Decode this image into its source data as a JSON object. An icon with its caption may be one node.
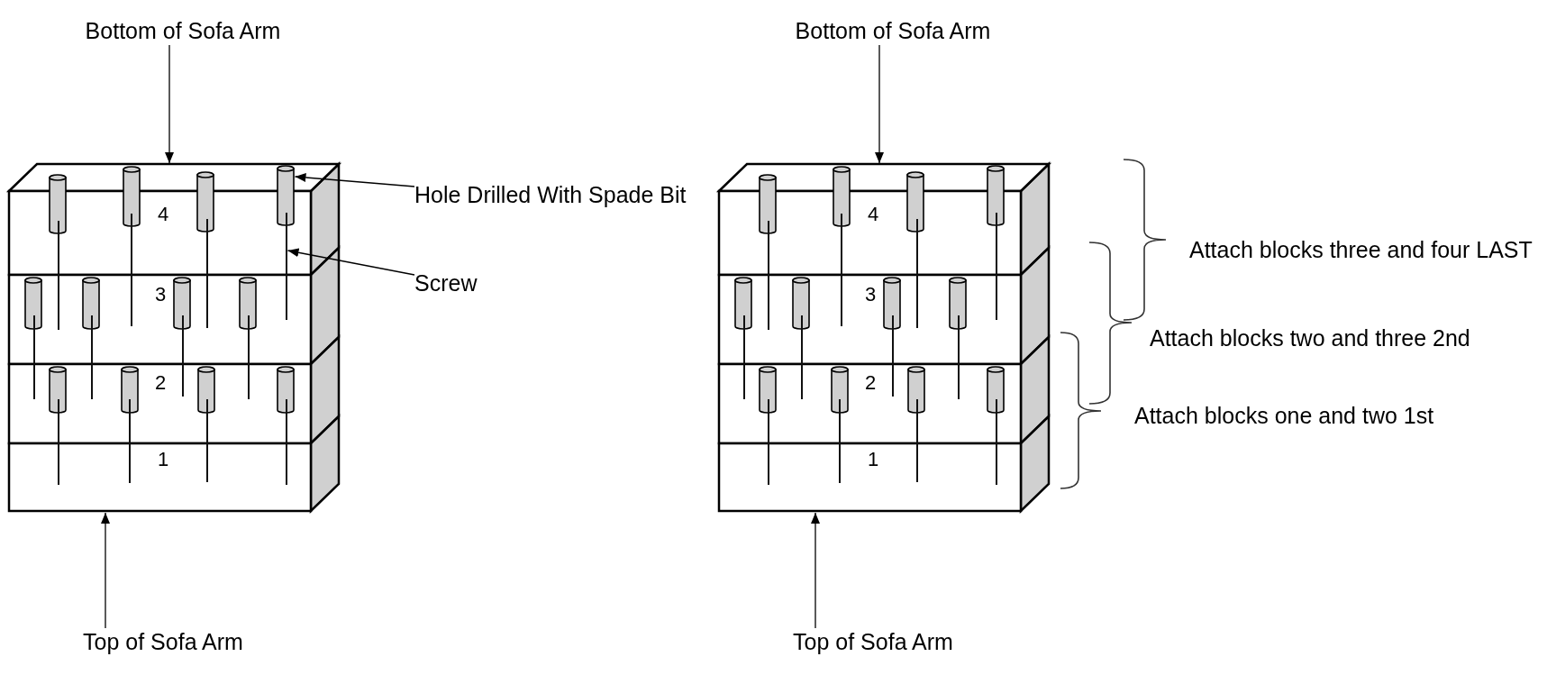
{
  "diagram": {
    "nodes": [
      {
        "text": [
          "Bottom of Sofa Arm"
        ]
      },
      {
        "text": [
          "4"
        ]
      },
      {
        "text": [],
        "shape": "cylinder",
        "in": 1
      },
      {
        "text": [],
        "shape": "cylinder",
        "in": 1
      },
      {
        "text": [],
        "shape": "cylinder",
        "in": 1
      },
      {
        "text": [],
        "shape": "cylinder",
        "in": 1
      },
      {
        "text": [
          "3"
        ]
      },
      {
        "text": [],
        "shape": "cylinder",
        "in": 6
      },
      {
        "text": [],
        "shape": "cylinder",
        "in": 6
      },
      {
        "text": [],
        "shape": "cylinder",
        "in": 6
      },
      {
        "text": [],
        "shape": "cylinder",
        "in": 6
      },
      {
        "text": [
          "2"
        ]
      },
      {
        "text": [],
        "shape": "cylinder",
        "in": 11
      },
      {
        "text": [],
        "shape": "cylinder",
        "in": 11
      },
      {
        "text": [],
        "shape": "cylinder",
        "in": 11
      },
      {
        "text": [],
        "shape": "cylinder",
        "in": 11
      },
      {
        "text": [
          "1"
        ]
      },
      {
        "text": [],
        "shape": "line"
      },
      {
        "text": [],
        "shape": "line"
      },
      {
        "text": [],
        "shape": "line"
      },
      {
        "text": [],
        "shape": "line"
      },
      {
        "text": [],
        "shape": "line"
      },
      {
        "text": [],
        "shape": "line"
      },
      {
        "text": [],
        "shape": "line"
      },
      {
        "text": [],
        "shape": "line"
      },
      {
        "text": [],
        "shape": "line"
      },
      {
        "text": [],
        "shape": "line"
      },
      {
        "text": [],
        "shape": "line"
      },
      {
        "text": [],
        "shape": "line"
      },
      {
        "text": [
          "Top of Sofa Arm"
        ]
      },
      {
        "text": [
          "Hole Drilled With Spade Bit"
        ]
      },
      {
        "text": [
          "Screw"
        ]
      },
      {
        "text": [
          "Bottom of Sofa Arm"
        ]
      },
      {
        "text": [
          "4"
        ]
      },
      {
        "text": [],
        "shape": "cylinder",
        "in": 33
      },
      {
        "text": [],
        "shape": "cylinder",
        "in": 33
      },
      {
        "text": [],
        "shape": "cylinder",
        "in": 33
      },
      {
        "text": [],
        "shape": "cylinder",
        "in": 33
      },
      {
        "text": [
          "3"
        ]
      },
      {
        "text": [],
        "shape": "cylinder",
        "in": 38
      },
      {
        "text": [],
        "shape": "cylinder",
        "in": 38
      },
      {
        "text": [],
        "shape": "cylinder",
        "in": 38
      },
      {
        "text": [],
        "shape": "cylinder",
        "in": 38
      },
      {
        "text": [
          "2"
        ]
      },
      {
        "text": [],
        "shape": "cylinder",
        "in": 43
      },
      {
        "text": [],
        "shape": "cylinder",
        "in": 43
      },
      {
        "text": [],
        "shape": "cylinder",
        "in": 43
      },
      {
        "text": [],
        "shape": "cylinder",
        "in": 43
      },
      {
        "text": [
          "1"
        ]
      },
      {
        "text": [],
        "shape": "line"
      },
      {
        "text": [],
        "shape": "line"
      },
      {
        "text": [],
        "shape": "line"
      },
      {
        "text": [],
        "shape": "line"
      },
      {
        "text": [],
        "shape": "line"
      },
      {
        "text": [],
        "shape": "line"
      },
      {
        "text": [],
        "shape": "line"
      },
      {
        "text": [],
        "shape": "line"
      },
      {
        "text": [],
        "shape": "line"
      },
      {
        "text": [],
        "shape": "line"
      },
      {
        "text": [],
        "shape": "line"
      },
      {
        "text": [],
        "shape": "line"
      },
      {
        "text": [
          "Top of Sofa Arm"
        ]
      }
    ],
    "edges": [
      {
        "from": 0,
        "to": 1,
        "arrow": "to"
      },
      {
        "from": 29,
        "to": 16,
        "arrow": "to"
      },
      {
        "from": 30,
        "to": 5,
        "arrow": "to"
      },
      {
        "from": 31,
        "to": 20,
        "arrow": "to"
      },
      {
        "from": 32,
        "to": 33,
        "arrow": "to"
      },
      {
        "from": 61,
        "to": 48,
        "arrow": "to"
      }
    ],
    "labels": [
      "Attach blocks three and four LAST",
      "Attach blocks two and three 2nd",
      "Attach blocks one and two 1st"
    ]
  }
}
